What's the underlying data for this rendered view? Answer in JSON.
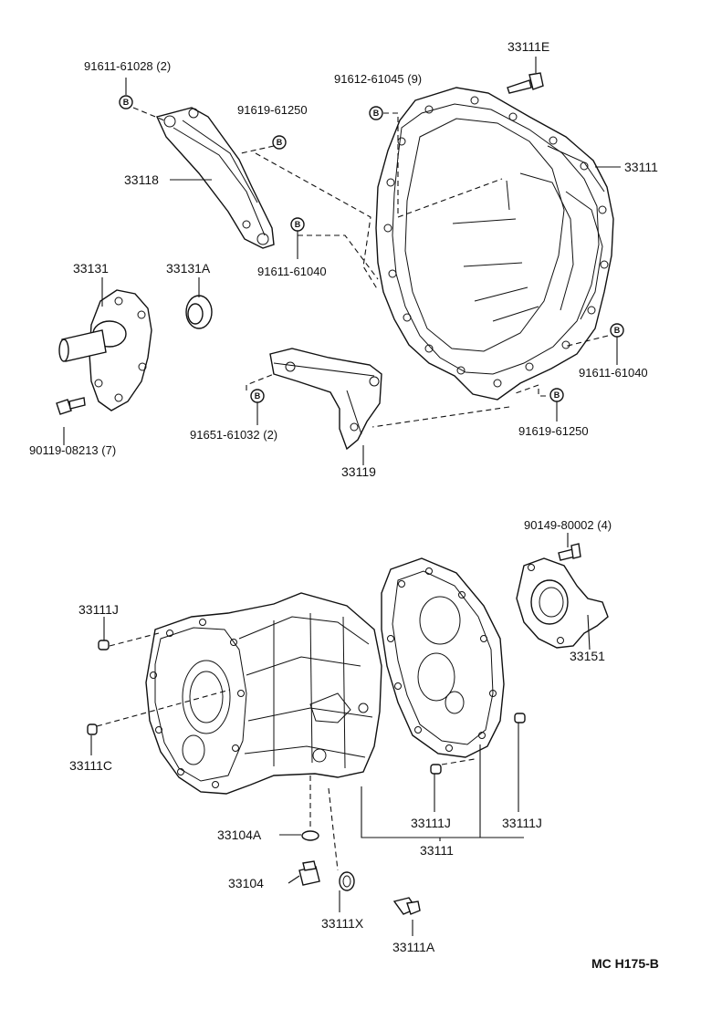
{
  "labels": {
    "p1": "91611-61028 (2)",
    "p2": "33111E",
    "p3": "91612-61045 (9)",
    "p4": "91619-61250",
    "p5": "33118",
    "p6": "33111",
    "p7": "91611-61040",
    "p8": "33131",
    "p9": "33131A",
    "p10": "91611-61040",
    "p11": "90119-08213 (7)",
    "p12": "91651-61032 (2)",
    "p13": "91619-61250",
    "p14": "33119",
    "p15": "90149-80002 (4)",
    "p16": "33111J",
    "p17": "33151",
    "p18": "33111C",
    "p19": "33104A",
    "p20": "33111J",
    "p21": "33111J",
    "p22": "33111",
    "p23": "33104",
    "p24": "33111X",
    "p25": "33111A"
  },
  "bolt_mark": "B",
  "diagram_code": "MC  H175-B"
}
